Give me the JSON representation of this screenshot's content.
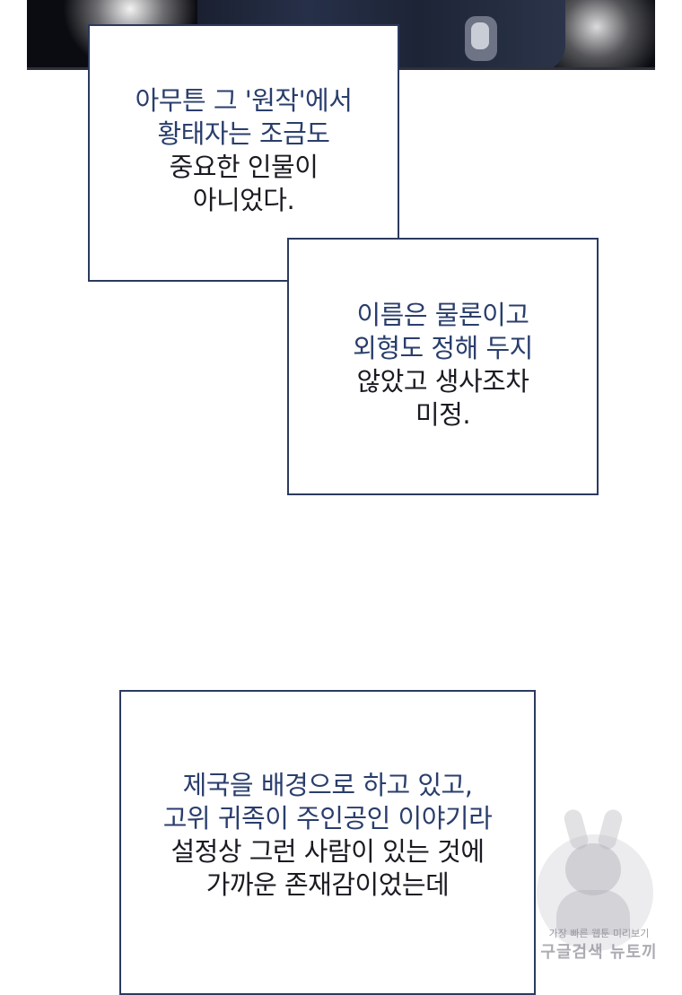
{
  "panel_1": {
    "box_1_lines": [
      "아무튼 그 '원작'에서",
      "황태자는 조금도",
      "중요한 인물이",
      "아니었다."
    ],
    "box_2_lines": [
      "이름은 물론이고",
      "외형도 정해 두지",
      "않았고 생사조차",
      "미정."
    ]
  },
  "panel_2": {
    "box_3_lines": [
      "제국을 배경으로 하고 있고,",
      "고위 귀족이 주인공인 이야기라",
      "설정상 그런 사람이 있는 것에",
      "가까운 존재감이었는데"
    ]
  },
  "watermark": {
    "small_text": "가장 빠른 웹툰 미리보기",
    "big_text": "구글검색 뉴토끼"
  },
  "colors": {
    "caption_blue": "#2a3e6c",
    "caption_dark": "#1a1a22",
    "box_border": "#2c3a5e",
    "top_panel_bg": "#0b0c11"
  }
}
